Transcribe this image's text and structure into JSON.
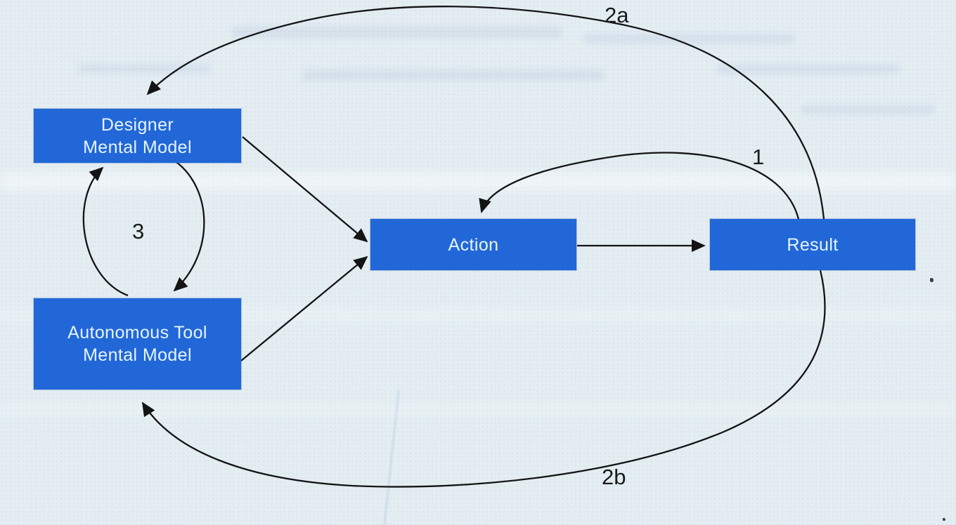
{
  "diagram": {
    "background_color": "#e3edf2",
    "node_fill_color": "#2267d8",
    "node_text_color": "#e6f5fd",
    "arrow_color": "#141414",
    "label_text_color": "#1b1b1b",
    "nodes": {
      "designer": {
        "line1": "Designer",
        "line2": "Mental Model"
      },
      "autonomous_tool": {
        "line1": "Autonomous Tool",
        "line2": "Mental Model"
      },
      "action": {
        "label": "Action"
      },
      "result": {
        "label": "Result"
      }
    },
    "edge_labels": {
      "one": "1",
      "two_a": "2a",
      "two_b": "2b",
      "three": "3"
    },
    "edges": [
      {
        "from": "Designer Mental Model",
        "to": "Action",
        "label": "",
        "style": "straight"
      },
      {
        "from": "Autonomous Tool Mental Model",
        "to": "Action",
        "label": "",
        "style": "straight"
      },
      {
        "from": "Action",
        "to": "Result",
        "label": "",
        "style": "straight"
      },
      {
        "from": "Result",
        "to": "Action",
        "label": "1",
        "style": "curved"
      },
      {
        "from": "Result",
        "to": "Designer Mental Model",
        "label": "2a",
        "style": "curved-over-top"
      },
      {
        "from": "Result",
        "to": "Autonomous Tool Mental Model",
        "label": "2b",
        "style": "curved-under-bottom"
      },
      {
        "from": "Designer Mental Model",
        "to": "Autonomous Tool Mental Model",
        "label": "3",
        "style": "bidirectional-loop"
      }
    ]
  }
}
